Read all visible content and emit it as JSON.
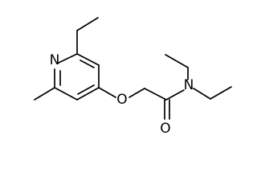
{
  "molecule": {
    "atoms": {
      "ring_nitrogen": "N",
      "ether_oxygen": "O",
      "amide_nitrogen": "N",
      "carbonyl_oxygen": "O"
    }
  },
  "colors": {
    "bond": "#000000",
    "label": "#000000",
    "background": "#ffffff"
  }
}
